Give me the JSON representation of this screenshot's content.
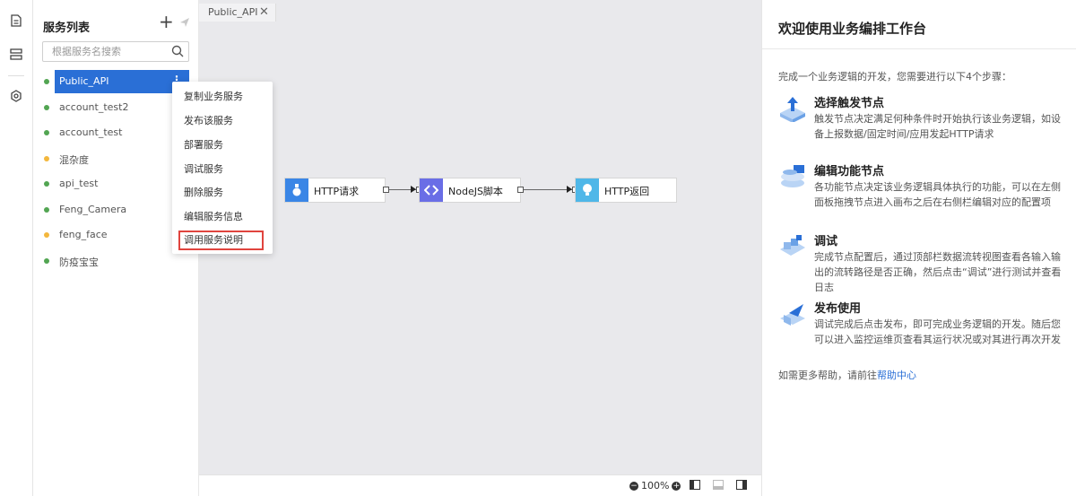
{
  "sidebar_rail": {
    "icons": [
      "document-icon",
      "layers-icon",
      "settings-icon"
    ]
  },
  "service_list": {
    "title": "服务列表",
    "add_symbol": "+",
    "search_placeholder": "根据服务名搜索",
    "items": [
      {
        "label": "Public_API",
        "status_color": "#52a552",
        "active": true
      },
      {
        "label": "account_test2",
        "status_color": "#52a552"
      },
      {
        "label": "account_test",
        "status_color": "#52a552"
      },
      {
        "label": "混杂度",
        "status_color": "#f3b73d"
      },
      {
        "label": "api_test",
        "status_color": "#52a552"
      },
      {
        "label": "Feng_Camera",
        "status_color": "#52a552"
      },
      {
        "label": "feng_face",
        "status_color": "#f3b73d"
      },
      {
        "label": "防疫宝宝",
        "status_color": "#52a552"
      }
    ],
    "more_symbol": "⋮"
  },
  "context_menu": {
    "items": [
      {
        "label": "复制业务服务"
      },
      {
        "label": "发布该服务"
      },
      {
        "label": "部署服务"
      },
      {
        "label": "调试服务"
      },
      {
        "label": "删除服务"
      },
      {
        "label": "编辑服务信息"
      },
      {
        "label": "调用服务说明",
        "highlighted": true
      }
    ]
  },
  "canvas": {
    "tab": {
      "label": "Public_API",
      "close_symbol": "✕"
    },
    "nodes": [
      {
        "label": "HTTP请求",
        "icon": "http-request-icon",
        "icon_color": "#3a86e6"
      },
      {
        "label": "NodeJS脚本",
        "icon": "code-icon",
        "icon_color": "#6a6ee6"
      },
      {
        "label": "HTTP返回",
        "icon": "lightbulb-icon",
        "icon_color": "#4fb7e8"
      }
    ],
    "zoom": "100%",
    "zoom_out_symbol": "−",
    "zoom_in_symbol": "+"
  },
  "welcome": {
    "title": "欢迎使用业务编排工作台",
    "intro": "完成一个业务逻辑的开发，您需要进行以下4个步骤：",
    "steps": [
      {
        "title": "选择触发节点",
        "desc": "触发节点决定满足何种条件时开始执行该业务逻辑，如设备上报数据/固定时间/应用发起HTTP请求"
      },
      {
        "title": "编辑功能节点",
        "desc": "各功能节点决定该业务逻辑具体执行的功能，可以在左侧面板拖拽节点进入画布之后在右侧栏编辑对应的配置项"
      },
      {
        "title": "调试",
        "desc": "完成节点配置后，通过顶部栏数据流转视图查看各输入输出的流转路径是否正确，然后点击“调试”进行测试并查看日志"
      },
      {
        "title": "发布使用",
        "desc": "调试完成后点击发布，即可完成业务逻辑的开发。随后您可以进入监控运维页查看其运行状况或对其进行再次开发"
      }
    ],
    "help_prefix": "如需更多帮助，请前往",
    "help_link": "帮助中心"
  },
  "colors": {
    "accent": "#2a6fd6",
    "highlight_box": "#e0443e"
  }
}
